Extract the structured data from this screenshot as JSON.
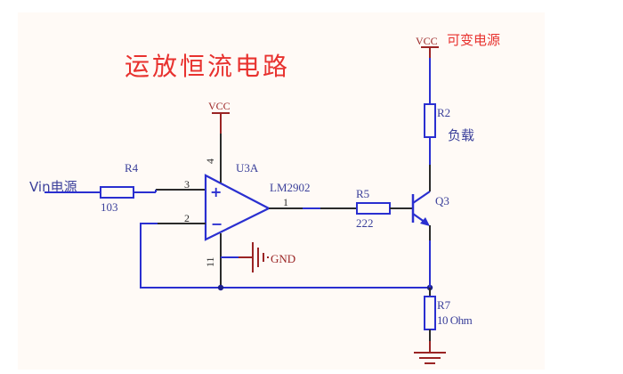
{
  "title": "运放恒流电路",
  "colors": {
    "title": "#e8322f",
    "wire": "#2a2fd0",
    "pin": "#2b2b2b",
    "power": "#9a2424",
    "label": "#3a3f9a",
    "annotation": "#e8322f",
    "background": "#fffaf6"
  },
  "power": {
    "vcc_opamp": "VCC",
    "vcc_load": "VCC",
    "vcc_load_note": "可变电源",
    "gnd_label": "GND"
  },
  "input": {
    "label": "Vin电源"
  },
  "components": {
    "r4": {
      "designator": "R4",
      "value": "103"
    },
    "r5": {
      "designator": "R5",
      "value": "222"
    },
    "r2": {
      "designator": "R2",
      "note": "负载"
    },
    "r7": {
      "designator": "R7",
      "value": "10 Ohm"
    },
    "opamp": {
      "designator": "U3A",
      "part": "LM2902",
      "pin_noninv": "3",
      "pin_inv": "2",
      "pin_out": "1",
      "pin_vcc": "4",
      "pin_gnd": "11",
      "plus_sign": "+",
      "minus_sign": "−"
    },
    "q3": {
      "designator": "Q3"
    }
  }
}
